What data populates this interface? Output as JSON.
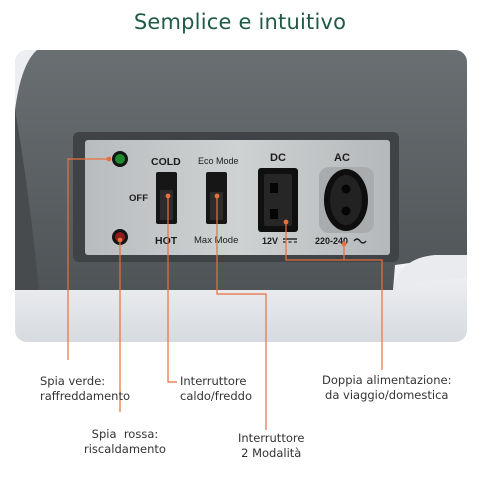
{
  "title": "Semplice e intuitivo",
  "colors": {
    "title": "#1f5a44",
    "accent_line": "#e8703e",
    "body_gray": "#5e6366",
    "panel": "#c4c7c8",
    "led_green": "#1e8a2e",
    "led_red": "#8e1b1b"
  },
  "panel": {
    "cold": "COLD",
    "off": "OFF",
    "hot": "HOT",
    "eco_mode": "Eco Mode",
    "max_mode": "Max Mode",
    "dc": "DC",
    "ac": "AC",
    "dc_voltage": "12V",
    "ac_voltage": "220-240"
  },
  "annotations": {
    "green_led": [
      "Spia verde:",
      "raffreddamento"
    ],
    "red_led": [
      "Spia  rossa:",
      "riscaldamento"
    ],
    "temp_switch": [
      "Interruttore",
      "caldo/freddo"
    ],
    "mode_switch": [
      "Interruttore",
      "2 Modalità"
    ],
    "power": [
      "Doppia alimentazione:",
      "da viaggio/domestica"
    ]
  }
}
